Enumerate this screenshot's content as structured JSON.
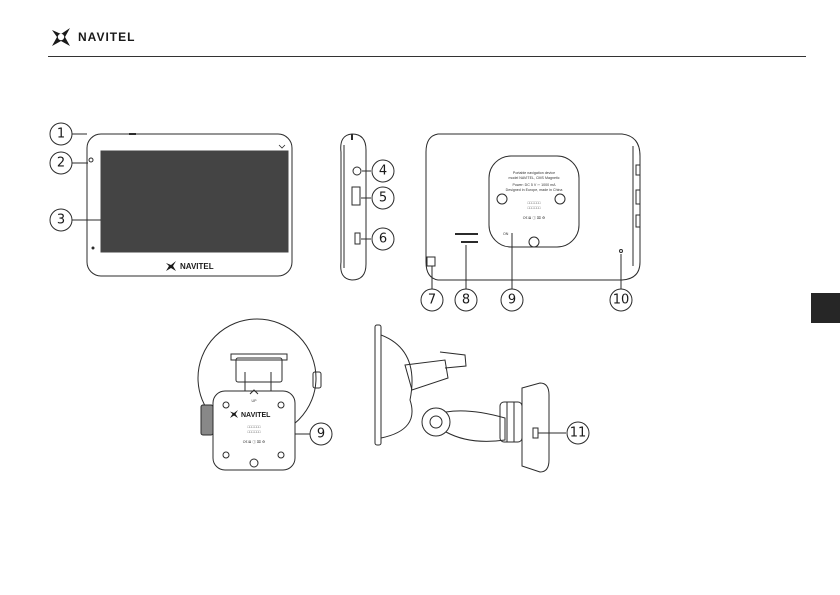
{
  "brand": {
    "name": "NAVITEL"
  },
  "device": {
    "back_label_line1": "Portable navigation device",
    "back_label_line2": "model NAVITEL, CMS Magnetic",
    "back_label_line3": "Power: DC 5 V ⎓ 1000 mA",
    "back_label_line4": "Designed in Europe, made in China",
    "back_codes": "□□□□□□",
    "cert_marks": "C€ ⊠ ⓘ ⌧ ♻",
    "mount_up": "UP",
    "back_small": "ON"
  },
  "callouts": {
    "c1": "1",
    "c2": "2",
    "c3": "3",
    "c4": "4",
    "c5": "5",
    "c6": "6",
    "c7": "7",
    "c8": "8",
    "c9": "9",
    "c10": "10",
    "c9b": "9",
    "c11": "11"
  },
  "colors": {
    "line": "#2b2b2b",
    "tab": "#262626",
    "screen": "#444444"
  }
}
